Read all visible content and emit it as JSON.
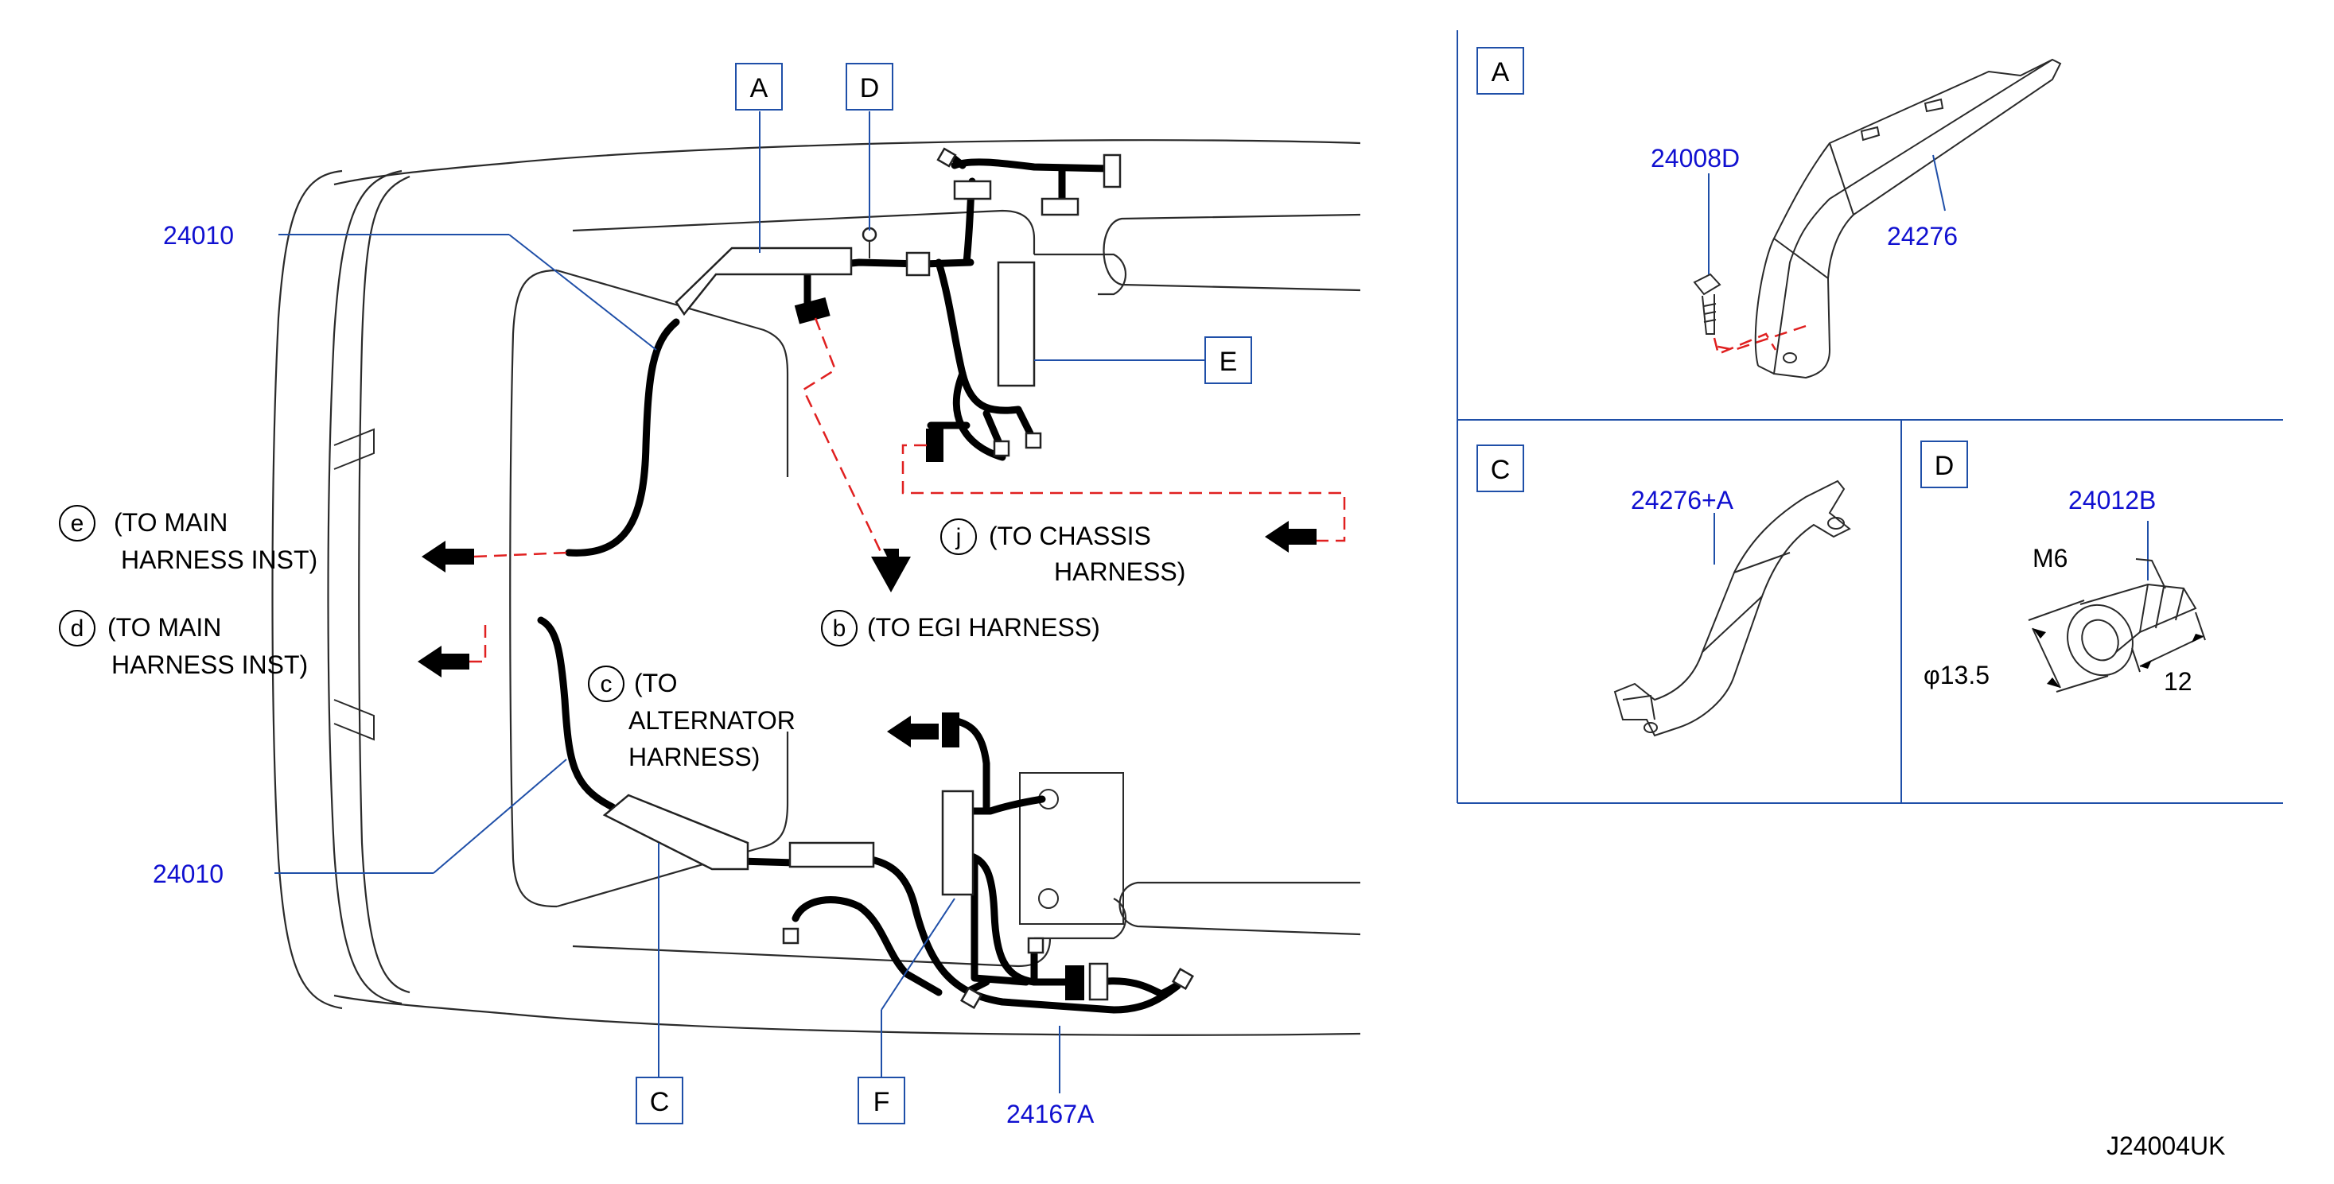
{
  "view_labels": {
    "A": "A",
    "C": "C",
    "D": "D",
    "E": "E",
    "F": "F"
  },
  "parts": {
    "p24010_top": "24010",
    "p24010_bottom": "24010",
    "p24167A": "24167A",
    "p24008D": "24008D",
    "p24276": "24276",
    "p24276A": "24276+A",
    "p24012B": "24012B"
  },
  "notes": {
    "e": {
      "letter": "e",
      "line1": "(TO   MAIN",
      "line2": "HARNESS   INST)"
    },
    "d": {
      "letter": "d",
      "line1": "(TO   MAIN",
      "line2": "HARNESS   INST)"
    },
    "c": {
      "letter": "c",
      "line1": "(TO",
      "line2": "ALTERNATOR",
      "line3": "HARNESS)"
    },
    "j": {
      "letter": "j",
      "line1": "(TO   CHASSIS",
      "line2": "HARNESS)"
    },
    "b": {
      "letter": "b",
      "line1": "(TO   EGI   HARNESS)"
    }
  },
  "detail_D": {
    "thread": "M6",
    "diameter": "φ13.5",
    "length": "12"
  },
  "drawing_code": "J24004UK"
}
